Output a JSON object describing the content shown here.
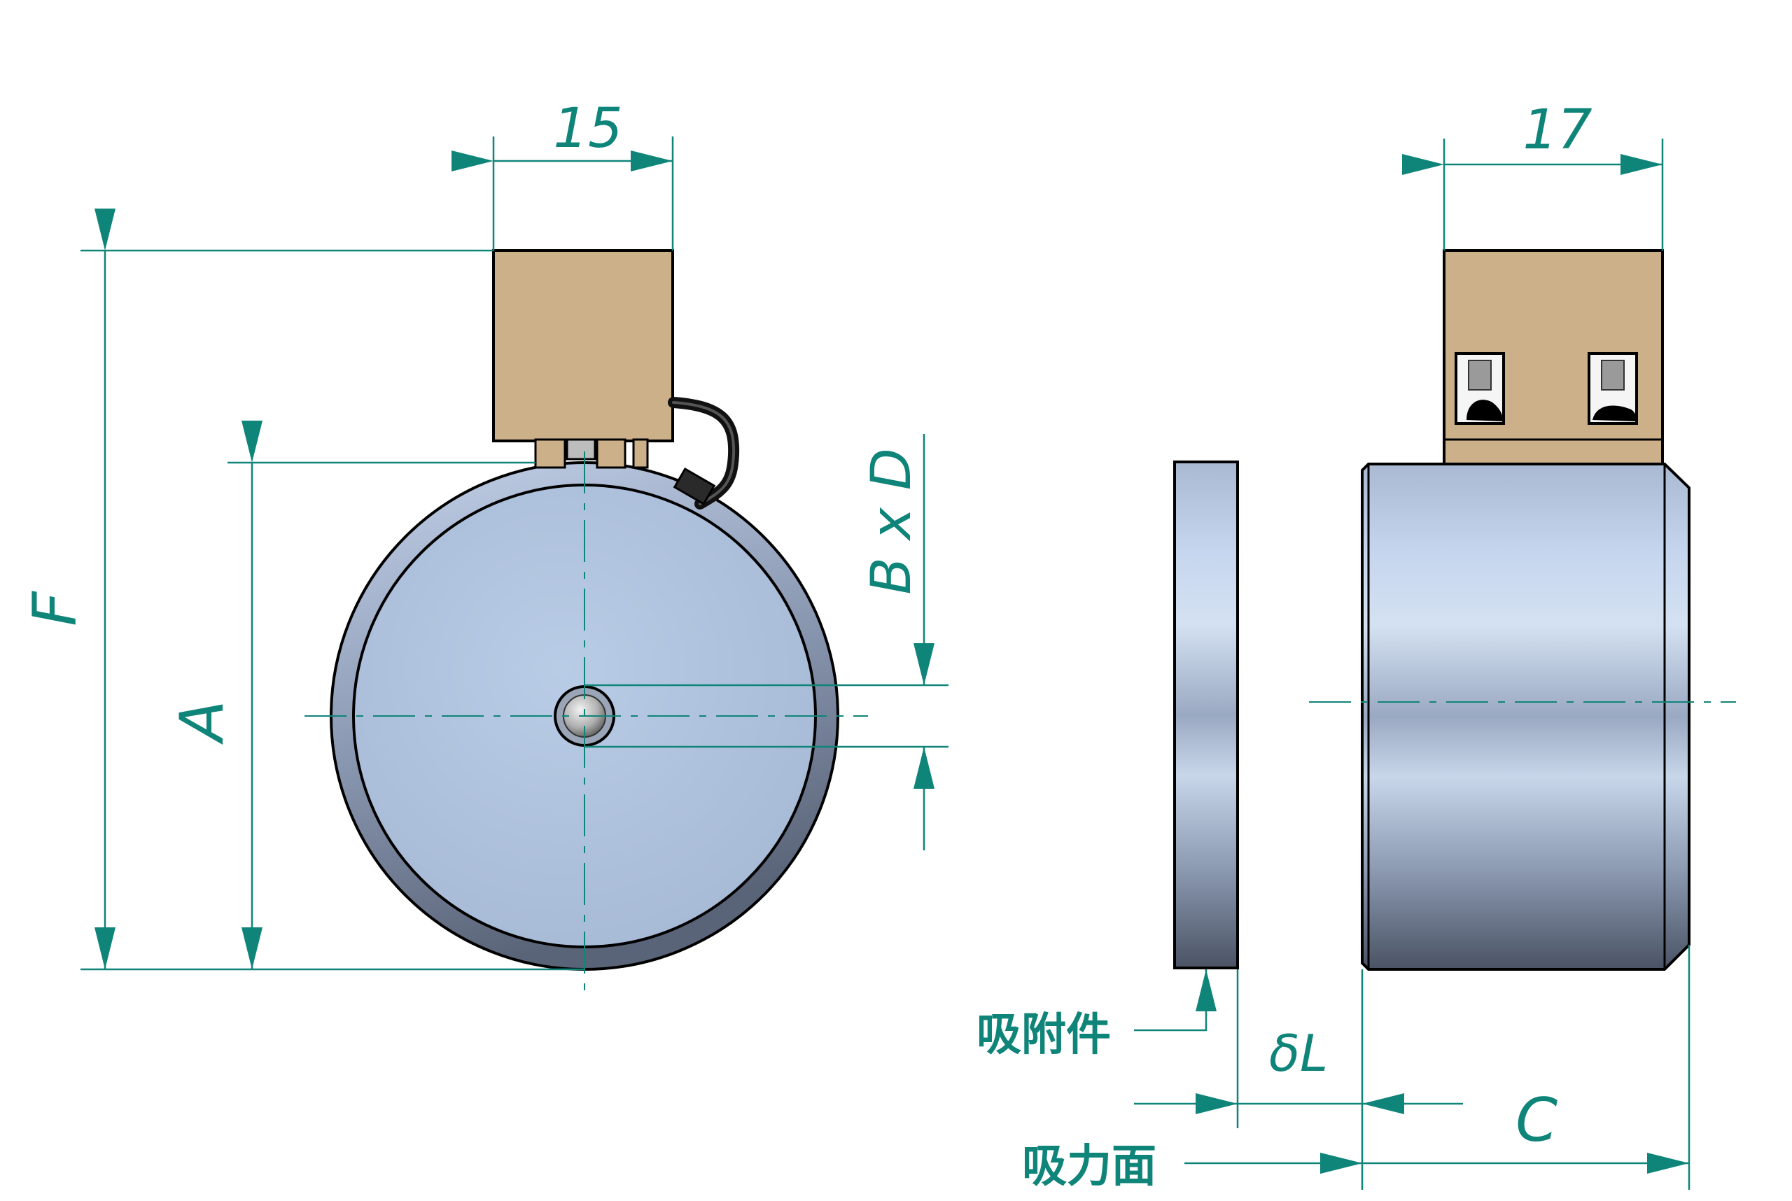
{
  "colors": {
    "dimension": "#0f8479",
    "body_light": "#c6d6ea",
    "body_mid": "#a4b5cf",
    "body_dark": "#4c5566",
    "terminal_box": "#ccb08a",
    "outline": "#000000",
    "background": "#ffffff"
  },
  "labels": {
    "dim_top_left": "15",
    "dim_top_right": "17",
    "dim_F": "F",
    "dim_A": "A",
    "dim_BxD": "B x D",
    "dim_deltaL": "δL",
    "dim_C": "C",
    "label_workpiece": "吸附件",
    "label_pole_face": "吸力面"
  }
}
